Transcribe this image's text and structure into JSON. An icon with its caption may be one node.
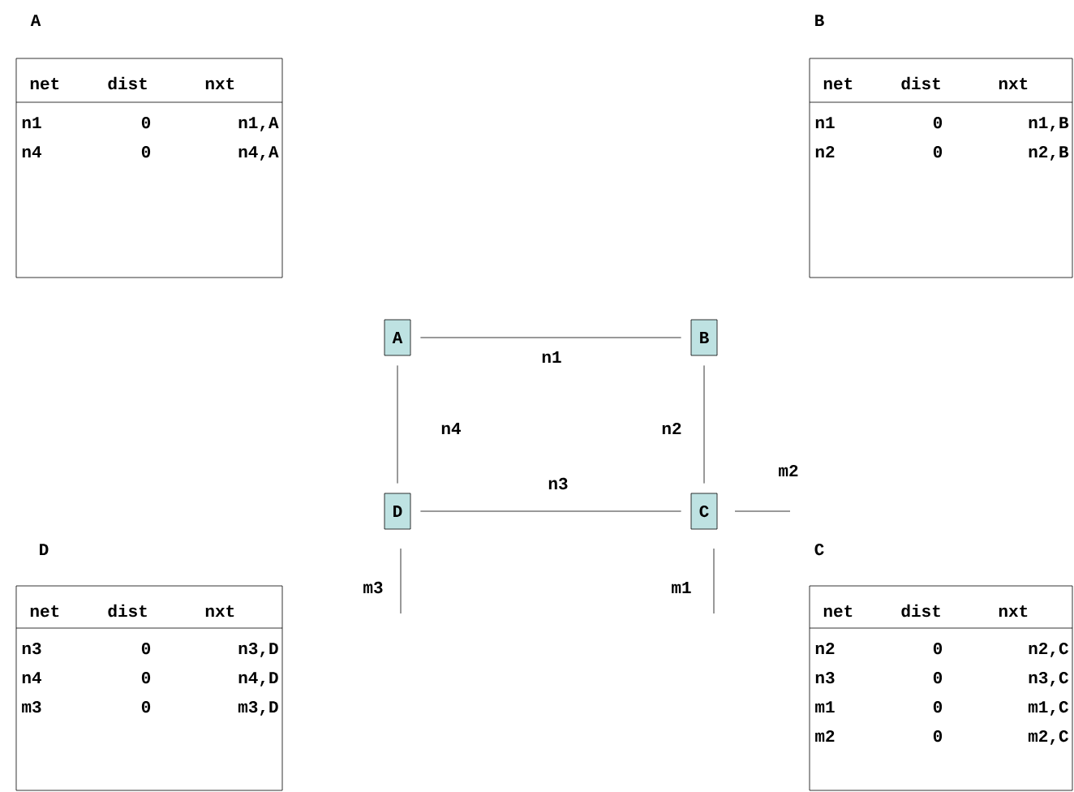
{
  "diagram": {
    "nodes": [
      {
        "text": [
          "A",
          "net",
          "dist",
          "nxt",
          "n1",
          "0",
          "n1,A",
          "n4",
          "0",
          "n4,A"
        ]
      },
      {
        "text": [
          "B",
          "net",
          "dist",
          "nxt",
          "n1",
          "0",
          "n1,B",
          "n2",
          "0",
          "n2,B"
        ]
      },
      {
        "text": [
          "A"
        ]
      },
      {
        "text": [
          "B"
        ]
      },
      {
        "text": [
          "D"
        ]
      },
      {
        "text": [
          "C"
        ]
      },
      {
        "text": [
          "D",
          "net",
          "dist",
          "nxt",
          "n3",
          "0",
          "n3,D",
          "n4",
          "0",
          "n4,D",
          "m3",
          "0",
          "m3,D"
        ]
      },
      {
        "text": [
          "C",
          "net",
          "dist",
          "nxt",
          "n2",
          "0",
          "n2,C",
          "n3",
          "0",
          "n3,C",
          "m1",
          "0",
          "m1,C",
          "m2",
          "0",
          "m2,C"
        ]
      }
    ],
    "edges": [
      {
        "from": 2,
        "to": 3,
        "arrow": "none",
        "label": "n1"
      },
      {
        "from": 2,
        "to": 4,
        "arrow": "none",
        "label": "n4"
      },
      {
        "from": 3,
        "to": 5,
        "arrow": "none",
        "label": "n2"
      },
      {
        "from": 4,
        "to": 5,
        "arrow": "none",
        "label": "n3"
      },
      {
        "from": 5,
        "to": null,
        "arrow": "none",
        "label": "m2"
      },
      {
        "from": 4,
        "to": null,
        "arrow": "none",
        "label": "m3"
      },
      {
        "from": 5,
        "to": null,
        "arrow": "none",
        "label": "m1"
      }
    ]
  }
}
